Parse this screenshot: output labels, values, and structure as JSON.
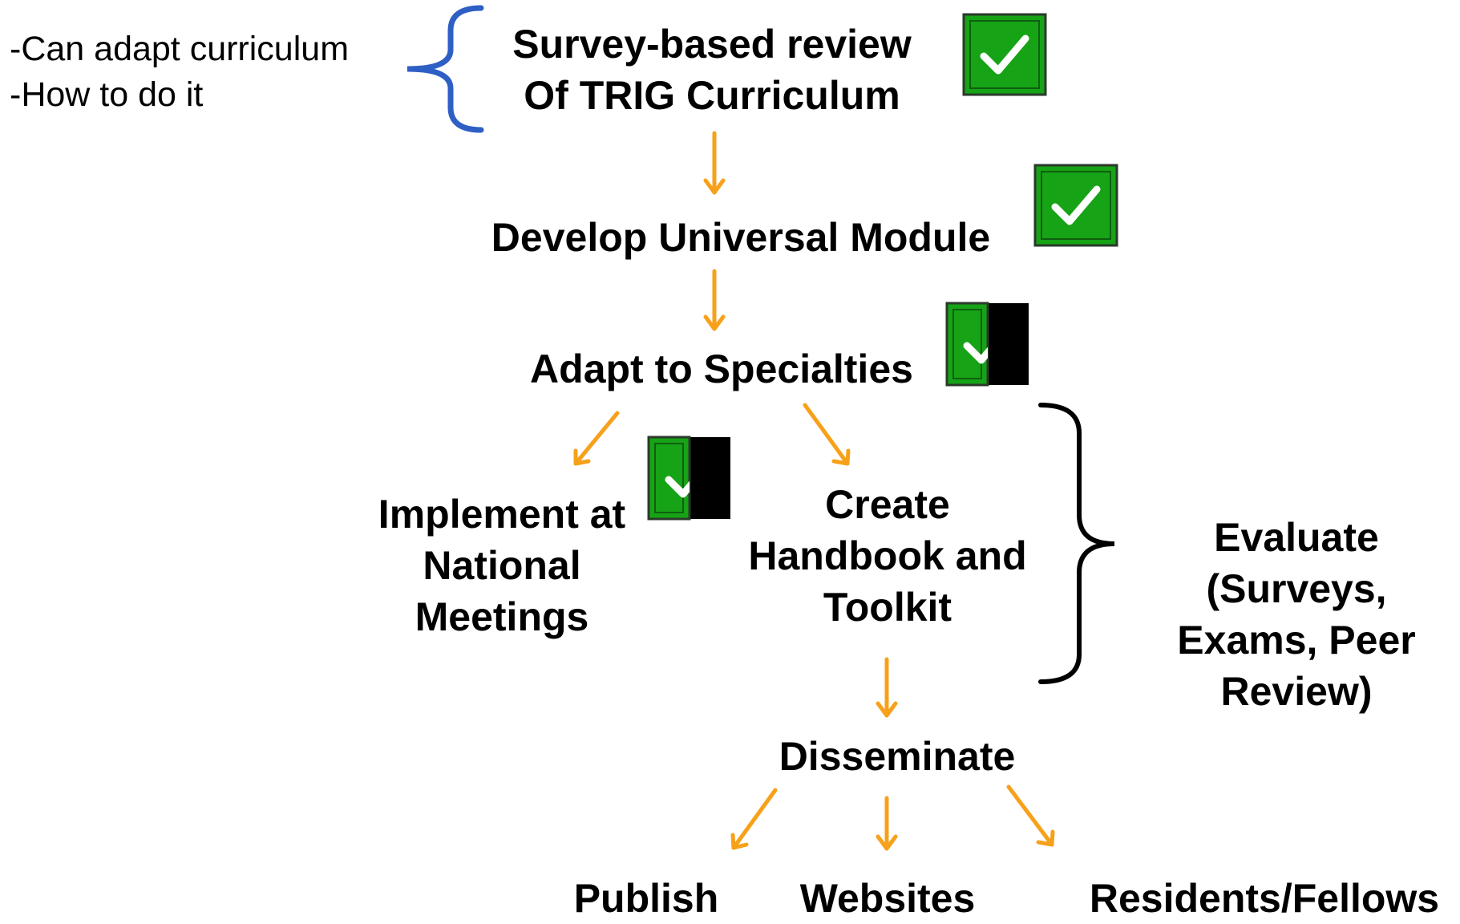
{
  "notes": [
    "-Can adapt curriculum",
    "-How to do it"
  ],
  "nodes": {
    "survey": [
      "Survey-based review",
      "Of TRIG Curriculum"
    ],
    "develop": "Develop Universal Module",
    "adapt": "Adapt to Specialties",
    "implement": [
      "Implement at",
      "National",
      "Meetings"
    ],
    "handbook": [
      "Create",
      "Handbook and",
      "Toolkit"
    ],
    "evaluate": [
      "Evaluate",
      "(Surveys,",
      "Exams, Peer",
      "Review)"
    ],
    "disseminate": "Disseminate",
    "publish": "Publish",
    "websites": "Websites",
    "residents": "Residents/Fellows"
  },
  "status": {
    "survey": 1.0,
    "develop": 1.0,
    "adapt": 0.5,
    "implement": 0.5
  },
  "colors": {
    "arrow": "#F7A11A",
    "check_fill": "#16A316",
    "check_border": "#2B3A2B",
    "curriculum_brace": "#2E5FC4",
    "evaluate_brace": "#000000"
  },
  "icons": {
    "check": "checkmark-icon",
    "arrow": "arrow-icon",
    "brace": "curly-brace-icon"
  }
}
